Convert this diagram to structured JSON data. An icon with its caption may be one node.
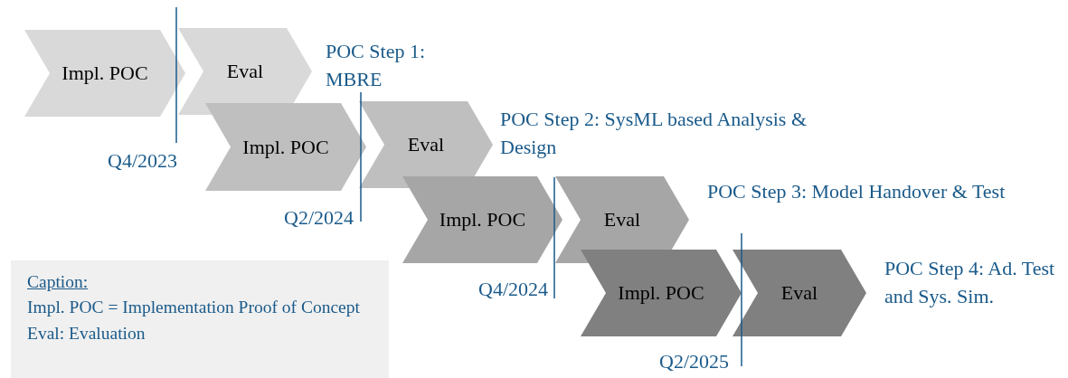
{
  "diagram": {
    "nodes": [
      {
        "text": [
          "Impl. POC"
        ]
      },
      {
        "text": [
          "Eval"
        ]
      },
      {
        "text": [
          "Impl. POC"
        ]
      },
      {
        "text": [
          "Eval"
        ]
      },
      {
        "text": [
          "Impl. POC"
        ]
      },
      {
        "text": [
          "Eval"
        ]
      },
      {
        "text": [
          "Impl. POC"
        ]
      },
      {
        "text": [
          "Eval"
        ]
      },
      {
        "text": [
          "Caption:",
          "Impl. POC = Implementation Proof of Concept",
          "Eval: Evaluation"
        ]
      }
    ],
    "labels": [
      "POC Step 1: MBRE",
      "Q4/2023",
      "POC Step 2: SysML based Analysis & Design",
      "Q2/2024",
      "POC Step 3: Model Handover & Test",
      "Q4/2024",
      "POC Step 4: Ad. Test and Sys. Sim.",
      "Q2/2025"
    ]
  }
}
